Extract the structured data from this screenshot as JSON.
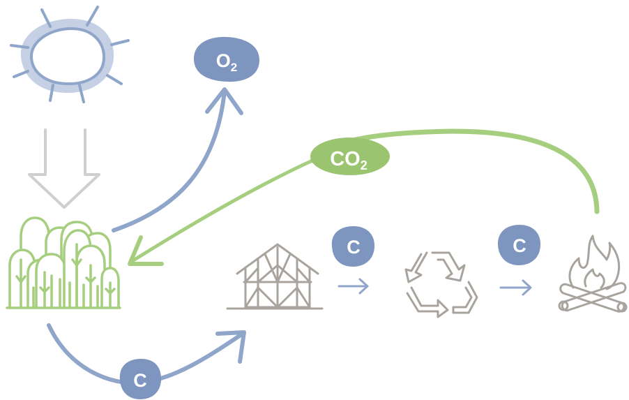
{
  "labels": {
    "o2": {
      "base": "O",
      "sub": "2"
    },
    "co2": {
      "base": "CO",
      "sub": "2"
    },
    "carbon": "C"
  },
  "icons": [
    "sun-icon",
    "forest-icon",
    "half-timbered-house-icon",
    "recycling-icon",
    "campfire-icon"
  ],
  "colors": {
    "blue": "#8FA5C9",
    "blue_dark": "#7E96BF",
    "blue_light": "#C5D0E4",
    "green": "#A6CE7F",
    "green_dark": "#9AC46F",
    "grey": "#A8A39C",
    "grey_light": "#CFCFCF"
  }
}
